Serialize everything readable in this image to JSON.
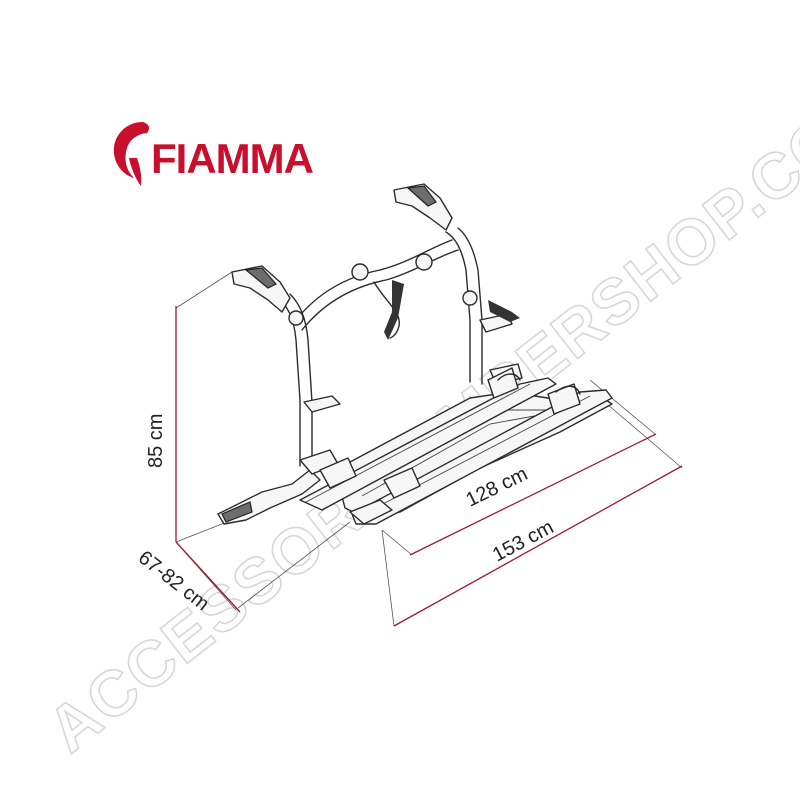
{
  "brand": {
    "name": "FIAMMA",
    "color": "#c8102e"
  },
  "dimensions": {
    "height": "85 cm",
    "depth": "67-82 cm",
    "rail_length": "128 cm",
    "total_width": "153 cm",
    "line_color": "#9e1b32"
  },
  "watermark": {
    "text": "ACCESSORICAMPERSHOP.COM"
  }
}
